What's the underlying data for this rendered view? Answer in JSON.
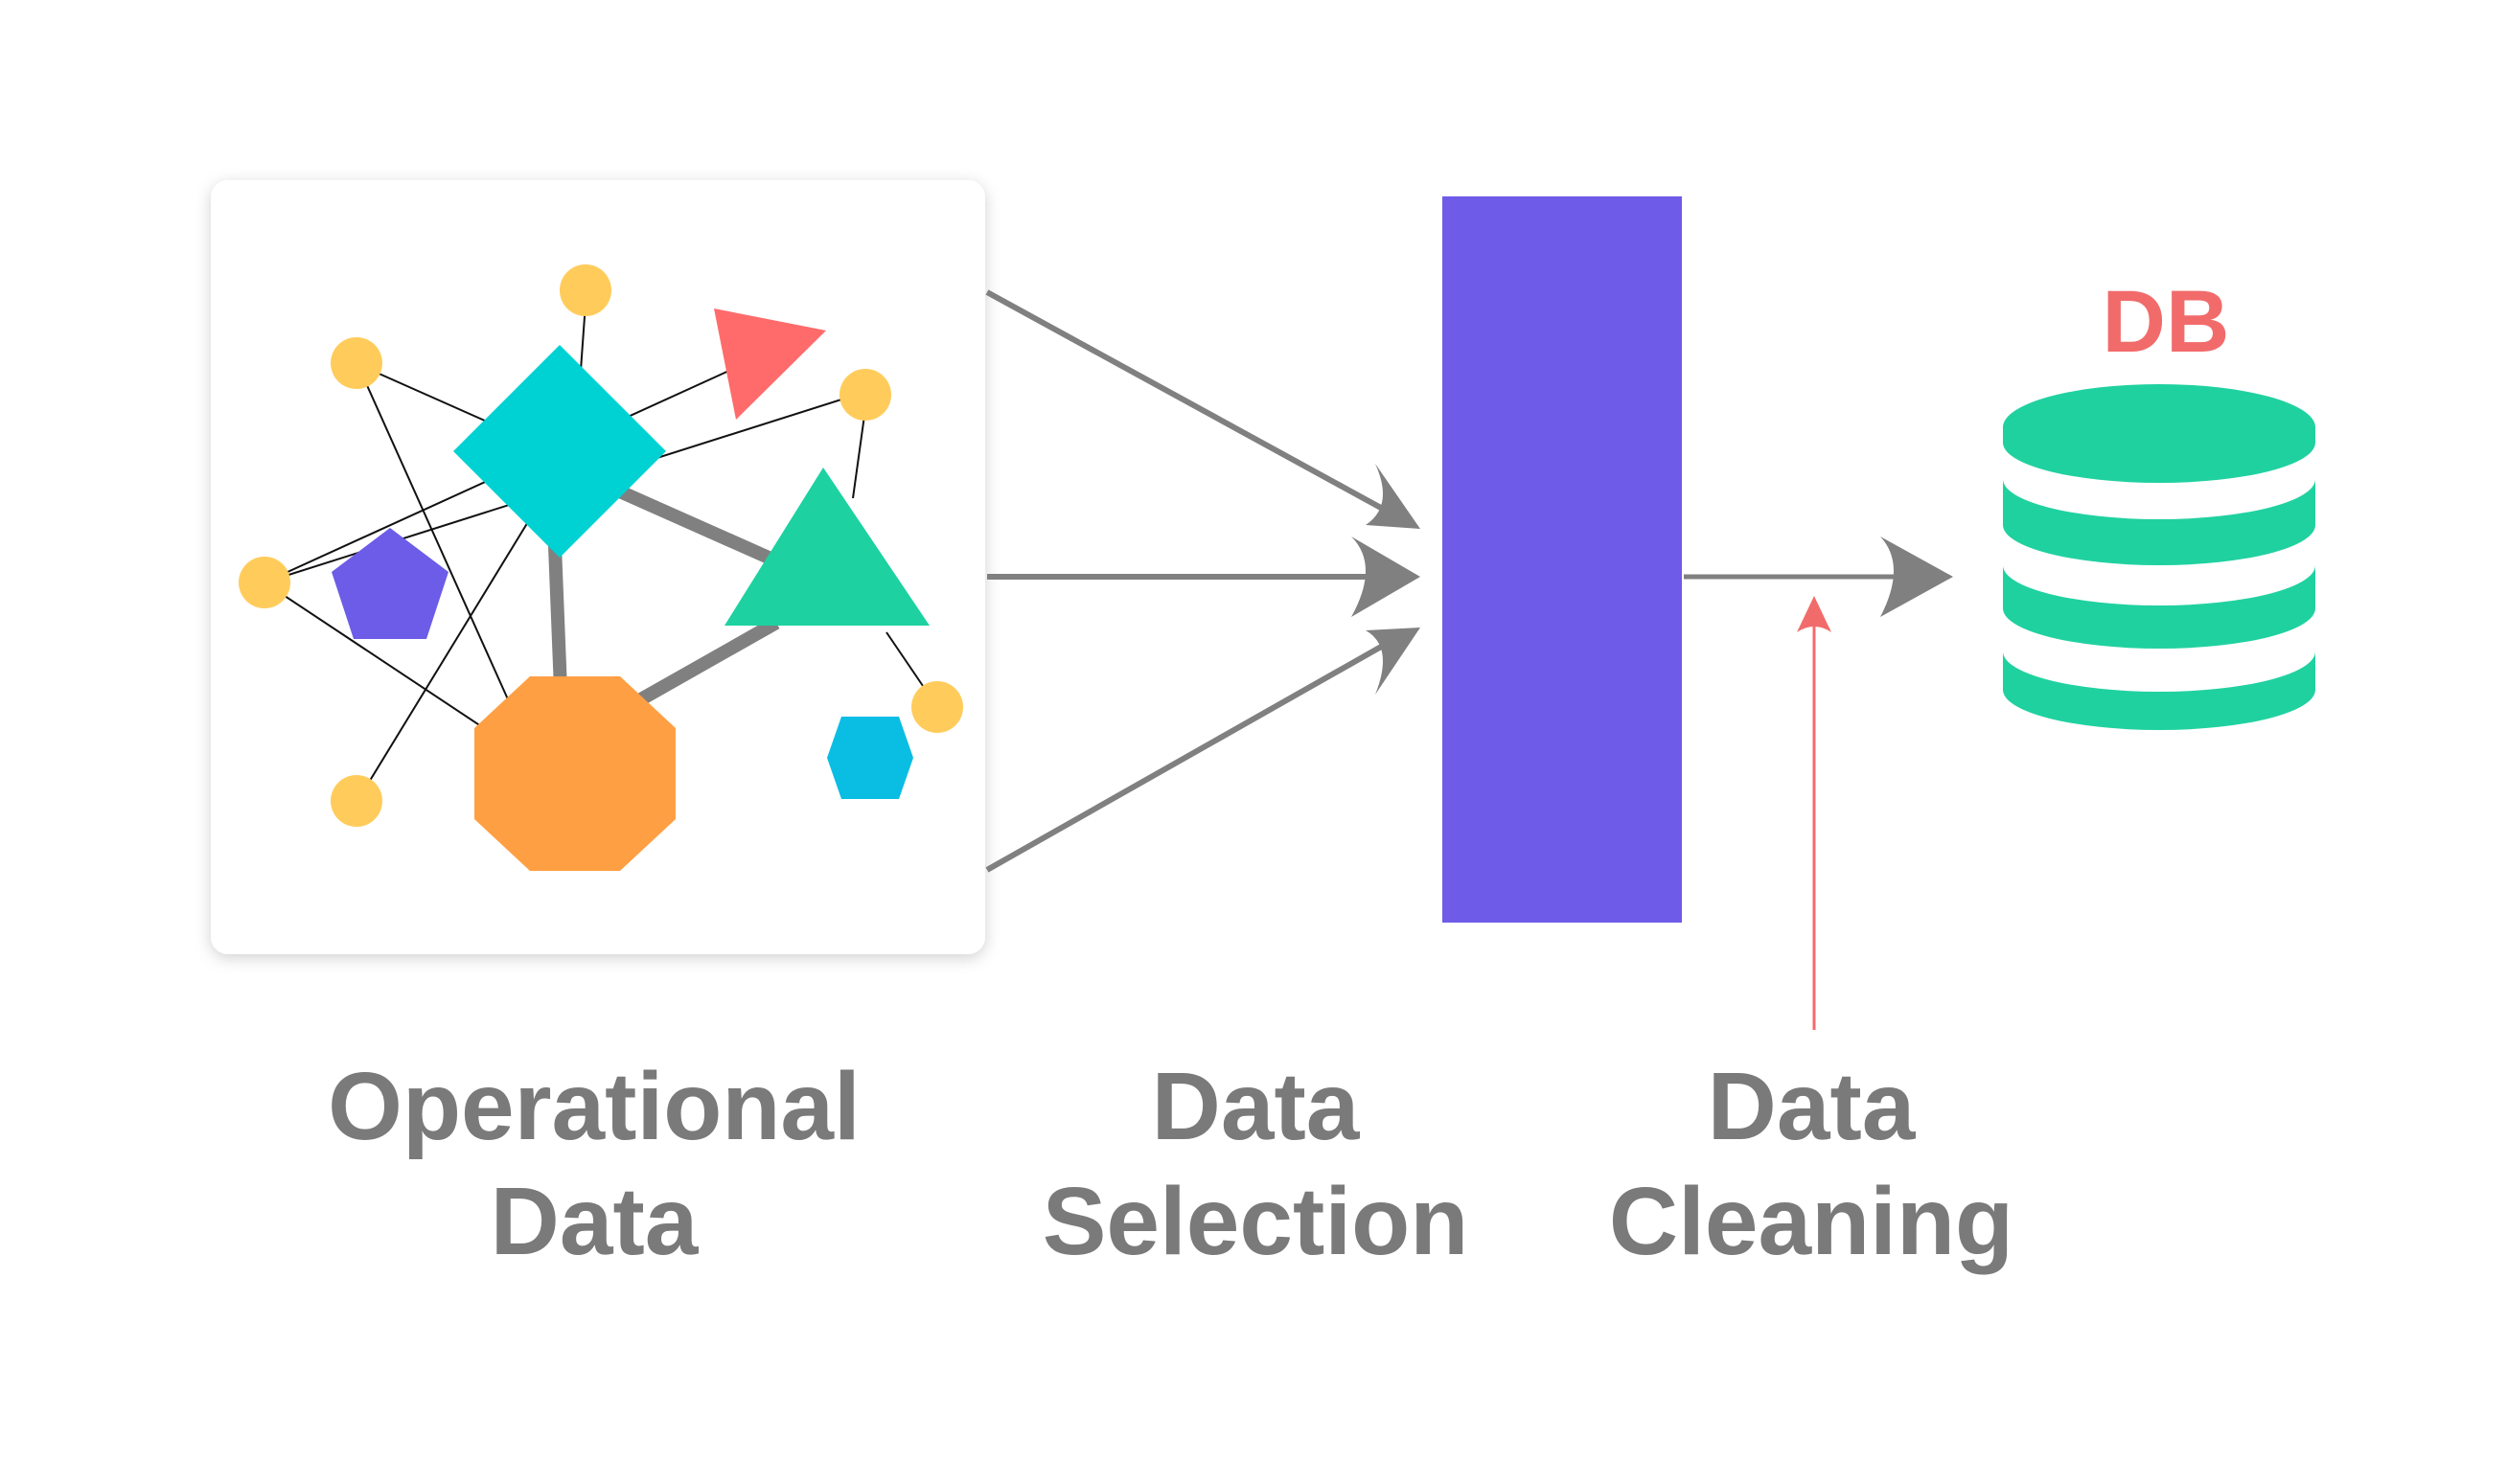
{
  "labels": {
    "operational_data": [
      "Operational",
      "Data"
    ],
    "data_selection": [
      "Data",
      "Selection"
    ],
    "data_cleaning": [
      "Data",
      "Cleaning"
    ],
    "db": "DB"
  },
  "colors": {
    "text_gray": "#7a7a7a",
    "arrow_gray": "#808080",
    "selection_block": "#6e5ce8",
    "db_green": "#20d1a0",
    "db_label": "#f26b6b",
    "cleaning_arrow": "#f26b6b",
    "node_yellow": "#ffcc5c",
    "diamond_cyan": "#00d2d3",
    "triangle_red": "#ff6b6b",
    "triangle_green": "#1dd1a1",
    "pentagon_purple": "#6c5ce7",
    "octagon_orange": "#ff9f43",
    "hexagon_blue": "#0abde3"
  },
  "icons": [
    "network-graph-icon",
    "database-icon"
  ]
}
